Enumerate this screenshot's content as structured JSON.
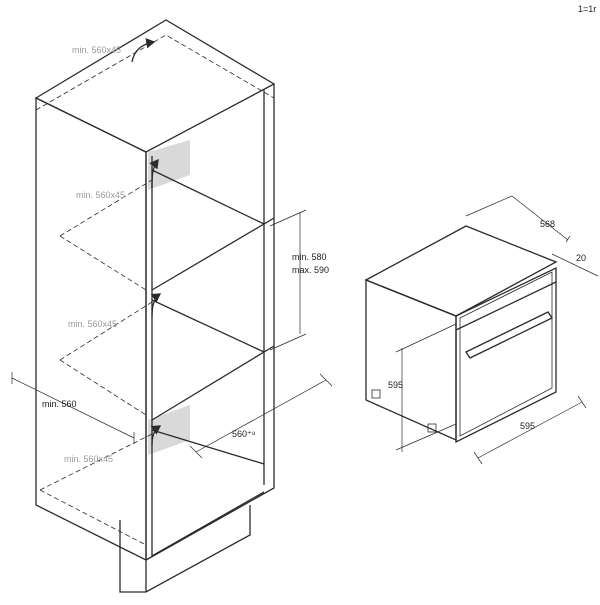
{
  "scale": "1=1r",
  "cabinet": {
    "top_opening": "min. 560x45",
    "upper_vent": "min. 560x45",
    "middle_vent": "min. 560x45",
    "lower_vent": "min. 560x45",
    "width": "min. 560",
    "niche_height_min": "min. 580",
    "niche_height_max": "max. 590",
    "depth": "560⁺⁸"
  },
  "oven": {
    "depth": "568",
    "door_offset": "20",
    "height": "595",
    "width": "595"
  }
}
